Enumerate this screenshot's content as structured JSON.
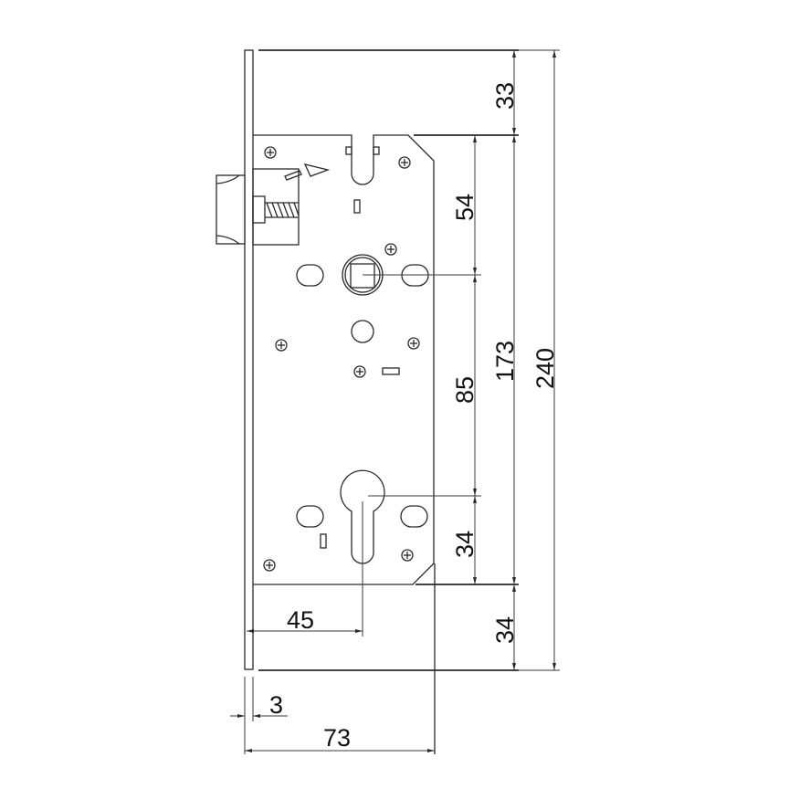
{
  "drawing": {
    "title": "Mortise lock body technical drawing",
    "units": "mm",
    "colors": {
      "line": "#2a2a2a",
      "background": "#ffffff"
    }
  },
  "dimensions": {
    "top_to_plate": "33",
    "plate_to_spindle": "54",
    "spindle_to_cylinder": "85",
    "plate_height": "173",
    "total_height": "240",
    "cylinder_to_plate_bottom": "34",
    "plate_bottom_to_end": "34",
    "backset": "45",
    "faceplate_thickness": "3",
    "total_width": "73"
  },
  "components": [
    "faceplate",
    "latch-bolt",
    "latch-spring",
    "spindle-hub",
    "euro-cylinder-cutout",
    "mounting-screws",
    "fixing-slots"
  ]
}
